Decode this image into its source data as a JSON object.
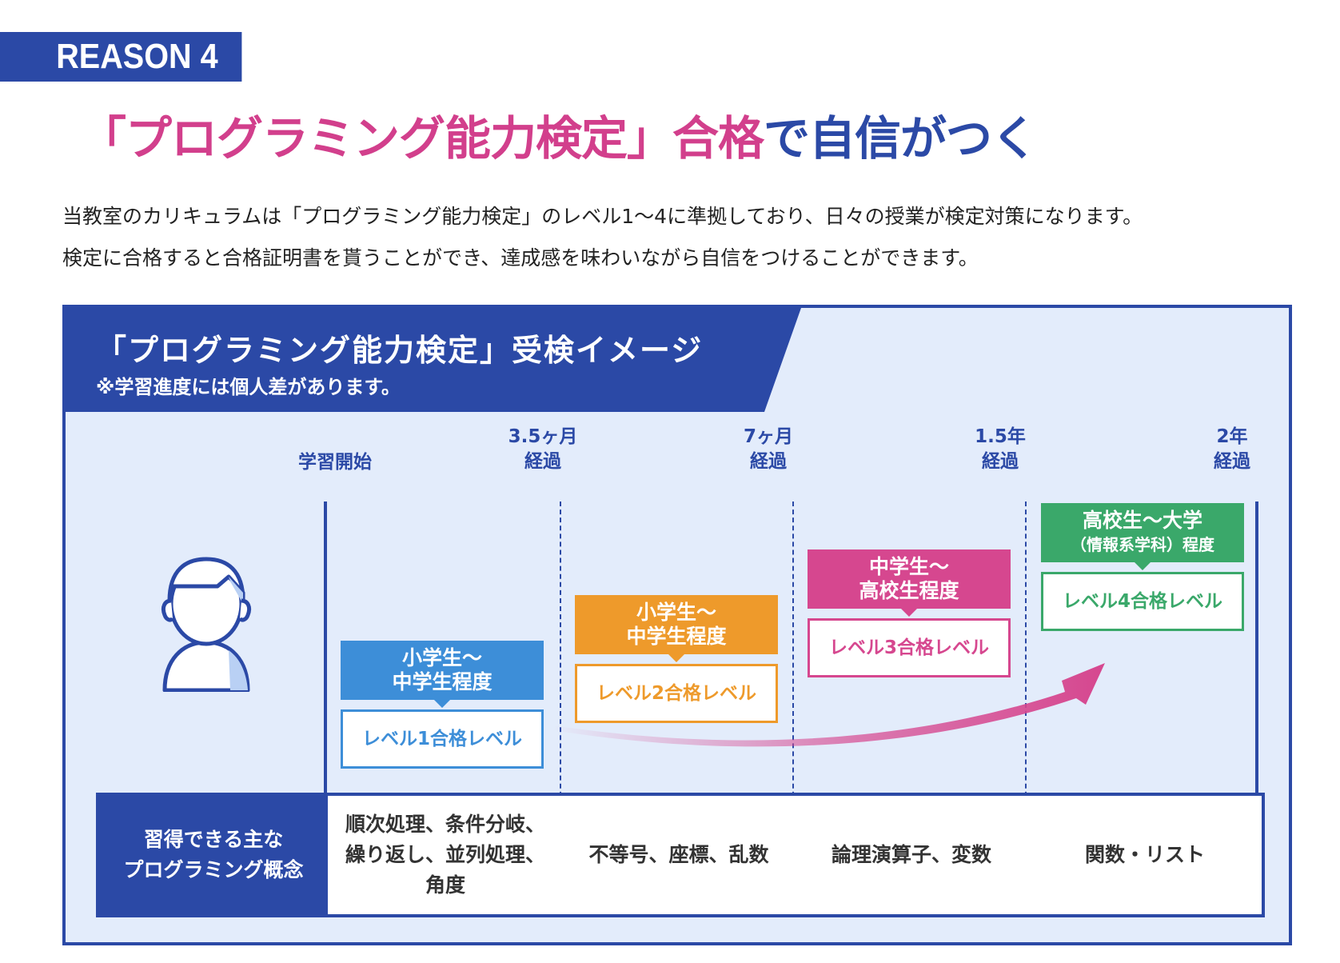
{
  "reason_badge": "REASON 4",
  "headline": {
    "part_pink": "「プログラミング能力検定」合格",
    "part_blue": "で自信がつく"
  },
  "intro": {
    "line1": "当教室のカリキュラムは「プログラミング能力検定」のレベル1〜4に準拠しており、日々の授業が検定対策になります。",
    "line2": "検定に合格すると合格証明書を貰うことができ、達成感を味わいながら自信をつけることができます。"
  },
  "diagram": {
    "title": "「プログラミング能力検定」受検イメージ",
    "note": "※学習進度には個人差があります。",
    "milestones": [
      {
        "line1": "学習開始",
        "line2": ""
      },
      {
        "line1": "3.5ヶ月",
        "line2": "経過"
      },
      {
        "line1": "7ヶ月",
        "line2": "経過"
      },
      {
        "line1": "1.5年",
        "line2": "経過"
      },
      {
        "line1": "2年",
        "line2": "経過"
      }
    ],
    "levels": [
      {
        "tag_line1": "小学生〜",
        "tag_line2": "中学生程度",
        "label": "レベル1合格レベル",
        "color": "#3d8ed8"
      },
      {
        "tag_line1": "小学生〜",
        "tag_line2": "中学生程度",
        "label": "レベル2合格レベル",
        "color": "#ee9a2b"
      },
      {
        "tag_line1": "中学生〜",
        "tag_line2": "高校生程度",
        "label": "レベル3合格レベル",
        "color": "#d6478f"
      },
      {
        "tag_line1": "高校生〜大学",
        "tag_line2": "（情報系学科）程度",
        "label": "レベル4合格レベル",
        "color": "#3aa86a"
      }
    ],
    "concepts": {
      "label_line1": "習得できる主な",
      "label_line2": "プログラミング概念",
      "cells": [
        {
          "line1": "順次処理、条件分岐、",
          "line2": "繰り返し、並列処理、",
          "line3": "角度"
        },
        {
          "line1": "不等号、座標、乱数",
          "line2": "",
          "line3": ""
        },
        {
          "line1": "論理演算子、変数",
          "line2": "",
          "line3": ""
        },
        {
          "line1": "関数・リスト",
          "line2": "",
          "line3": ""
        }
      ]
    },
    "colors": {
      "navy": "#2b49a6",
      "pink": "#d23f8c",
      "bg": "#e3ecfb"
    }
  }
}
